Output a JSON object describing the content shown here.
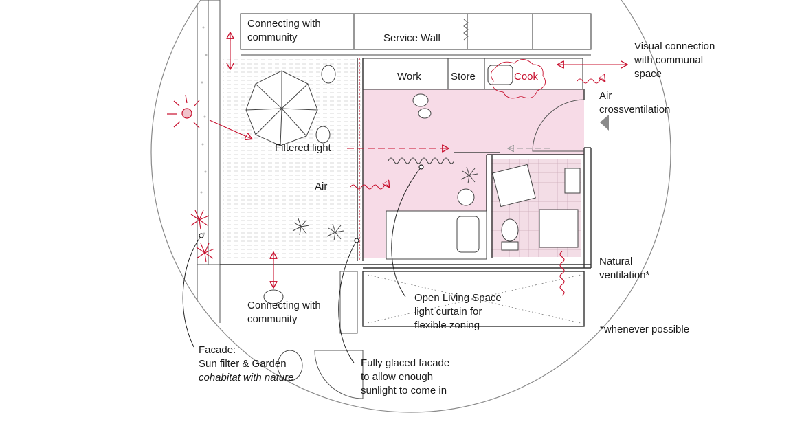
{
  "colors": {
    "accent": "#c8102e",
    "living_fill": "#f7dbe7",
    "bath_fill": "#f3dde6",
    "ink": "#3a3a3a",
    "circle": "#8a8a8a"
  },
  "labels": {
    "connecting_top": [
      "Connecting with",
      "community"
    ],
    "service_wall": "Service Wall",
    "work": "Work",
    "store": "Store",
    "cook": "Cook",
    "visual_connection": [
      "Visual connection",
      "with communal",
      "space"
    ],
    "air_cross": [
      "Air",
      "crossventilation"
    ],
    "filtered_light": "Filtered light",
    "air": "Air",
    "natural_ventilation": [
      "Natural",
      "ventilation*"
    ],
    "connecting_bottom": [
      "Connecting with",
      "community"
    ],
    "open_living": [
      "Open Living Space",
      "light curtain for",
      "flexible zoning"
    ],
    "whenever": "*whenever possible",
    "facade": [
      "Facade:",
      "Sun filter & Garden"
    ],
    "facade_italic": "cohabitat with nature",
    "fully_glazed": [
      "Fully glaced facade",
      "to allow enough",
      "sunlight to come in"
    ]
  }
}
